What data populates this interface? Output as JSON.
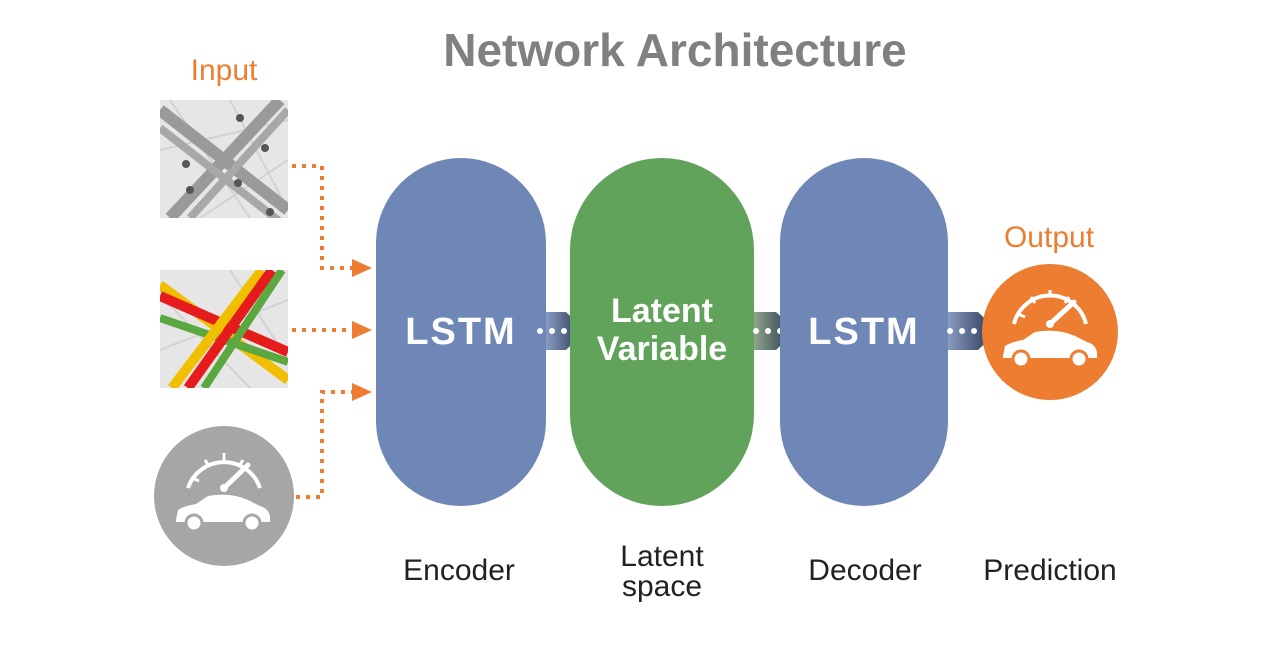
{
  "title": "Network Architecture",
  "input": {
    "label": "Input"
  },
  "output": {
    "label": "Output"
  },
  "blocks": {
    "encoder": {
      "text": "LSTM",
      "caption": "Encoder"
    },
    "latent": {
      "text_line1": "Latent",
      "text_line2": "Variable",
      "caption_line1": "Latent",
      "caption_line2": "space"
    },
    "decoder": {
      "text": "LSTM",
      "caption": "Decoder"
    },
    "prediction": {
      "caption": "Prediction"
    }
  },
  "icons": [
    "road-map-icon",
    "traffic-map-icon",
    "speedometer-car-icon",
    "output-speedometer-car-icon"
  ],
  "colors": {
    "title": "#808080",
    "accent_orange": "#ED7D31",
    "lstm_blue": "#6F87B6",
    "latent_green": "#61A35A",
    "gray_circle": "#A6A6A6",
    "caption": "#222222"
  }
}
